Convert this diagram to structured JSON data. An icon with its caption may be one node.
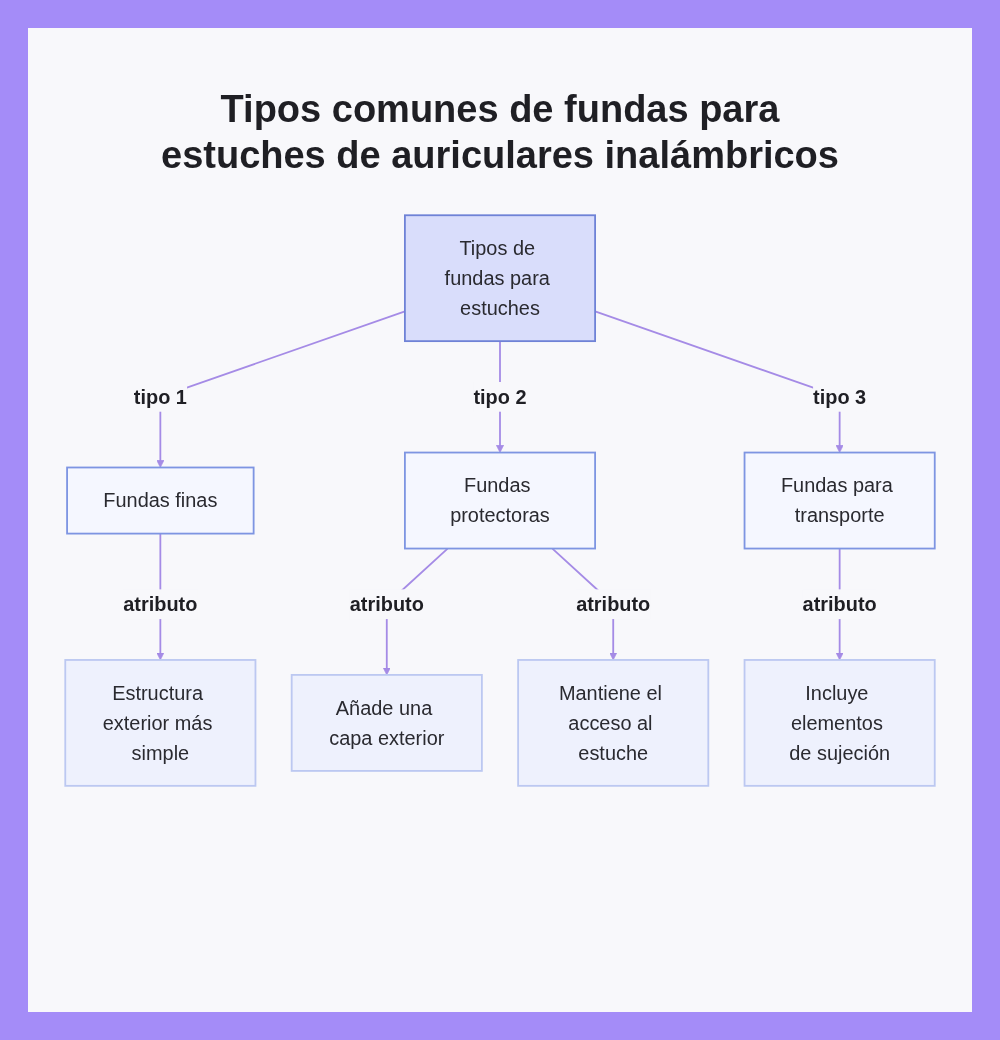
{
  "diagram": {
    "title": "Tipos comunes de fundas para estuches de auriculares inalámbricos",
    "nodes": [
      {
        "text": [
          "Tipos de fundas para estuches"
        ]
      },
      {
        "text": [
          "Fundas finas"
        ]
      },
      {
        "text": [
          "Fundas protectoras"
        ]
      },
      {
        "text": [
          "Fundas para transporte"
        ]
      },
      {
        "text": [
          "Estructura exterior más simple"
        ]
      },
      {
        "text": [
          "Añade una capa exterior"
        ]
      },
      {
        "text": [
          "Mantiene el acceso al estuche"
        ]
      },
      {
        "text": [
          "Incluye elementos de sujeción"
        ]
      }
    ],
    "edges": [
      {
        "from": 0,
        "to": 1,
        "arrow": "to",
        "label": "tipo 1"
      },
      {
        "from": 0,
        "to": 2,
        "arrow": "to",
        "label": "tipo 2"
      },
      {
        "from": 0,
        "to": 3,
        "arrow": "to",
        "label": "tipo 3"
      },
      {
        "from": 1,
        "to": 4,
        "arrow": "to",
        "label": "atributo"
      },
      {
        "from": 2,
        "to": 5,
        "arrow": "to",
        "label": "atributo"
      },
      {
        "from": 2,
        "to": 6,
        "arrow": "to",
        "label": "atributo"
      },
      {
        "from": 3,
        "to": 7,
        "arrow": "to",
        "label": "atributo"
      }
    ]
  }
}
